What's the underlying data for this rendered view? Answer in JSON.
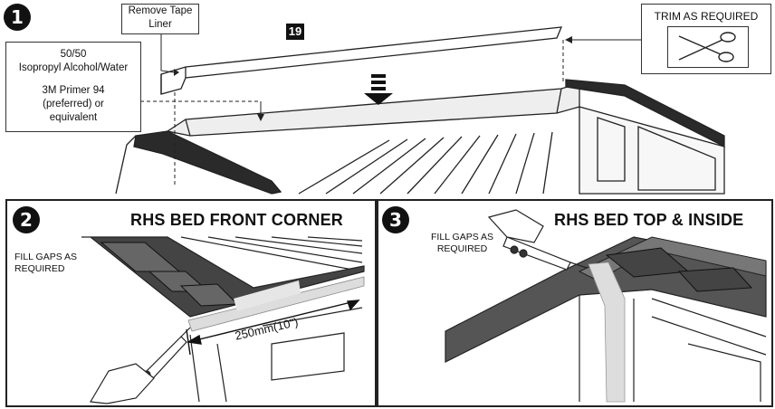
{
  "step1": {
    "number": "1",
    "part_tag": "19",
    "callout_tape": [
      "Remove Tape",
      "Liner"
    ],
    "callout_prep": [
      "50/50",
      "Isopropyl Alcohol/Water",
      "3M Primer 94",
      "(preferred) or",
      "equivalent"
    ],
    "callout_trim": "TRIM AS REQUIRED",
    "icons": [
      "scissors-icon",
      "down-arrow-icon"
    ]
  },
  "step2": {
    "number": "2",
    "title": "RHS BED FRONT CORNER",
    "fill_gaps": [
      "FILL GAPS AS",
      "REQUIRED"
    ],
    "dimension": "250mm(10ʺ)"
  },
  "step3": {
    "number": "3",
    "title": "RHS BED TOP & INSIDE",
    "fill_gaps": [
      "FILL GAPS AS",
      "REQUIRED"
    ]
  }
}
